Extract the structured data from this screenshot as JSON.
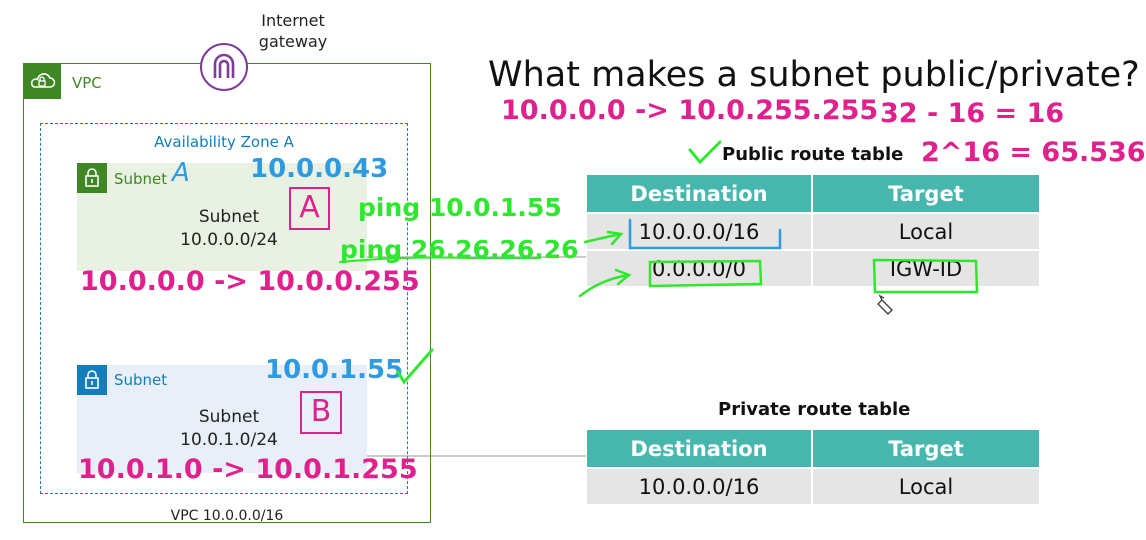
{
  "title": "What makes a subnet public/private?",
  "internet_gateway": {
    "label_line1": "Internet",
    "label_line2": "gateway"
  },
  "vpc": {
    "label": "VPC",
    "cidr_label": "VPC 10.0.0.0/16"
  },
  "availability_zone": {
    "label": "Availability Zone A"
  },
  "subnet_a": {
    "tag": "Subnet",
    "name": "Subnet",
    "cidr": "10.0.0.0/24",
    "handwritten_letter": "A",
    "tag_annotation": "A"
  },
  "subnet_b": {
    "tag": "Subnet",
    "name": "Subnet",
    "cidr": "10.0.1.0/24",
    "handwritten_letter": "B"
  },
  "annotations": {
    "vpc_range": "10.0.0.0 -> 10.0.255.255",
    "host_bits": "32 - 16 = 16",
    "host_count": "2^16 = 65.536",
    "ip_a": "10.0.0.43",
    "ip_b": "10.0.1.55",
    "ping_internal": "ping 10.0.1.55",
    "ping_external": "ping 26.26.26.26",
    "range_a": "10.0.0.0 -> 10.0.0.255",
    "range_b": "10.0.1.0 -> 10.0.1.255"
  },
  "public_route_table": {
    "title": "Public route table",
    "headers": [
      "Destination",
      "Target"
    ],
    "rows": [
      [
        "10.0.0.0/16",
        "Local"
      ],
      [
        "0.0.0.0/0",
        "IGW-ID"
      ]
    ]
  },
  "private_route_table": {
    "title": "Private route table",
    "headers": [
      "Destination",
      "Target"
    ],
    "rows": [
      [
        "10.0.0.0/16",
        "Local"
      ]
    ]
  },
  "colors": {
    "vpc_green": "#3f8624",
    "az_blue": "#147eba",
    "igw_purple": "#7d3c98",
    "table_header_teal": "#47b7ad",
    "annotation_magenta": "#e0208c",
    "annotation_blue": "#2e9be0",
    "annotation_green": "#2ee82e"
  }
}
